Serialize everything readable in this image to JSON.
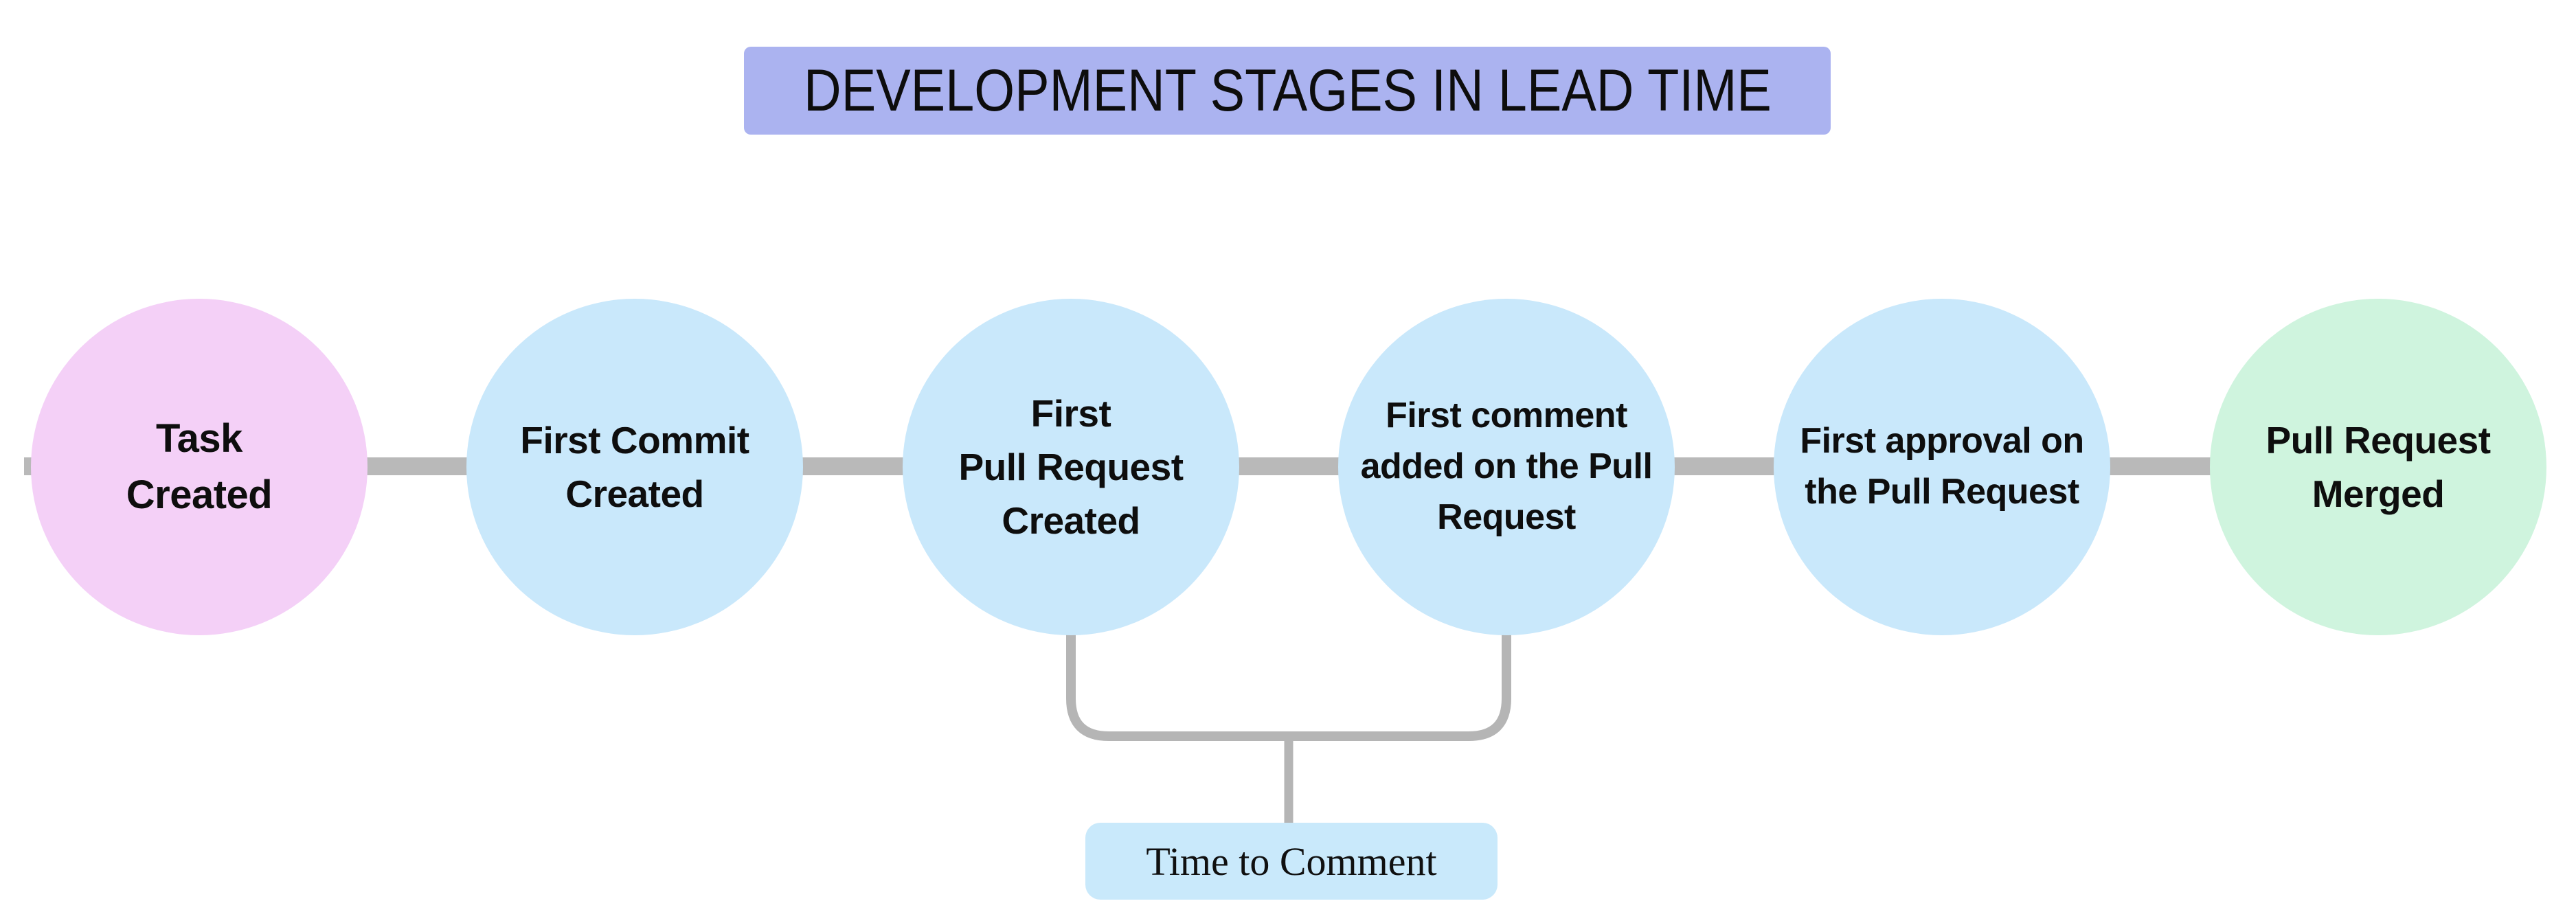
{
  "title": {
    "text": "DEVELOPMENT STAGES IN LEAD TIME"
  },
  "colors": {
    "banner_bg": "#abb3f0",
    "stage_pink": "#f4d0f7",
    "stage_blue": "#c9e8fb",
    "stage_green": "#cff4de",
    "connector_gray": "#b9b9b9",
    "bracket_gray": "#b5b5b5",
    "label_bg": "#c9e9fb",
    "text_color": "#0e0e0e"
  },
  "stages": [
    {
      "label": "Task\nCreated",
      "color": "#f4d0f7"
    },
    {
      "label": "First Commit\nCreated",
      "color": "#c9e8fb"
    },
    {
      "label": "First\nPull Request\nCreated",
      "color": "#c9e8fb"
    },
    {
      "label": "First comment\nadded on the Pull\nRequest",
      "color": "#c9e8fb"
    },
    {
      "label": "First approval on\nthe Pull Request",
      "color": "#c9e8fb"
    },
    {
      "label": "Pull Request\nMerged",
      "color": "#cff4de"
    }
  ],
  "annotation": {
    "label": "Time to Comment",
    "from_stage": "First\nPull Request\nCreated",
    "to_stage": "First comment\nadded on the Pull\nRequest"
  }
}
